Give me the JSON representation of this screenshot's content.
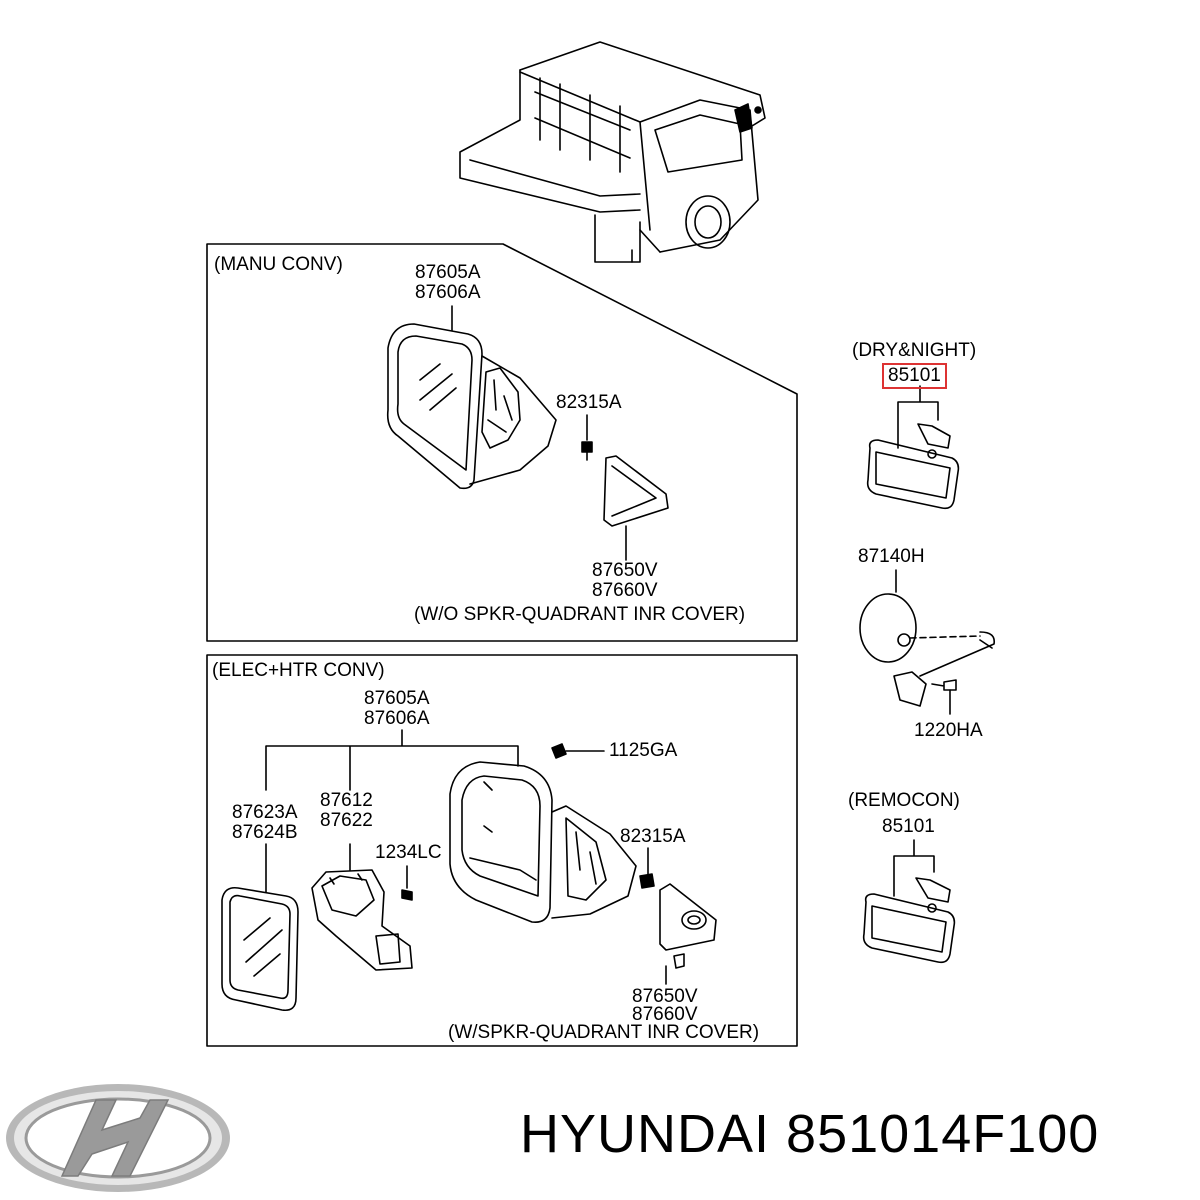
{
  "sections": {
    "manual": {
      "title": "(MANU CONV)",
      "mirror_parts": [
        "87605A",
        "87606A"
      ],
      "screw": "82315A",
      "cover_parts": [
        "87650V",
        "87660V"
      ],
      "cover_note": "(W/O SPKR-QUADRANT INR COVER)"
    },
    "electric": {
      "title": "(ELEC+HTR CONV)",
      "mirror_parts": [
        "87605A",
        "87606A"
      ],
      "bolt": "1125GA",
      "glass_parts": [
        "87623A",
        "87624B"
      ],
      "actuator_parts": [
        "87612",
        "87622"
      ],
      "screw_small": "1234LC",
      "screw": "82315A",
      "cover_parts": [
        "87650V",
        "87660V"
      ],
      "cover_note": "(W/SPKR-QUADRANT INR COVER)"
    },
    "inside_mirror_day_night": {
      "title": "(DRY&NIGHT)",
      "part": "85101"
    },
    "convex_mirror": {
      "part": "87140H",
      "screw": "1220HA"
    },
    "inside_mirror_remocon": {
      "title": "(REMOCON)",
      "part": "85101"
    }
  },
  "footer": {
    "brand": "HYUNDAI",
    "part_number": "851014F100"
  },
  "colors": {
    "line": "#000000",
    "highlight": "#dd3333",
    "logo": "#9a9a9a"
  }
}
